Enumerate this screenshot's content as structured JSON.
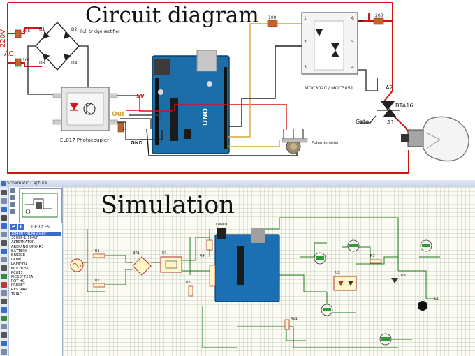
{
  "circuit": {
    "title": "Circuit diagram",
    "labels": {
      "voltage": "220V",
      "ac": "AC",
      "r1": "10k",
      "r2": "10k",
      "bridge": "Full bridge rectifier",
      "d1": "D1",
      "d2": "D2",
      "d3": "D3",
      "d4": "D4",
      "photocoupler": "EL817 Photocoupler",
      "v5": "5V",
      "out": "Out",
      "rk": "1k",
      "gnd": "GND",
      "r100": "100",
      "r200": "200",
      "moc": "MOC3020 / MOC3051",
      "pin1": "1",
      "pin2": "2",
      "pin3": "3",
      "pin4": "4",
      "pin5": "5",
      "pin6": "6",
      "a2": "A2",
      "triac": "BTA16",
      "gate": "Gate",
      "a1": "A1",
      "pot": "Potentiometer",
      "arduino": "UNO"
    }
  },
  "simulation": {
    "window_title": "Schematic Capture",
    "title": "Simulation",
    "panel_buttons": [
      "P",
      "L"
    ],
    "devices_label": "DEVICES",
    "devices": [
      "1N4007-BLAT2-Rev7",
      "3009P-1-104LF",
      "ALTERNATOR",
      "ARDUINO UNO R3",
      "BATTERY",
      "BRIDGE",
      "LAMP",
      "LAMP-FIL",
      "MOC3051",
      "PC817",
      "PIC16F723A",
      "POT-HG",
      "PRESET",
      "RES VAR",
      "TRIAC"
    ],
    "selected_device_index": 0,
    "schematic_labels": {
      "r1": "R1",
      "r2": "R2",
      "br1": "BR1",
      "u1": "U1",
      "r3": "R3",
      "r4": "R4",
      "duino": "DUINO1",
      "u2": "U2",
      "u3": "U3",
      "r5": "R5",
      "l1": "L1",
      "rv1": "RV1"
    }
  }
}
